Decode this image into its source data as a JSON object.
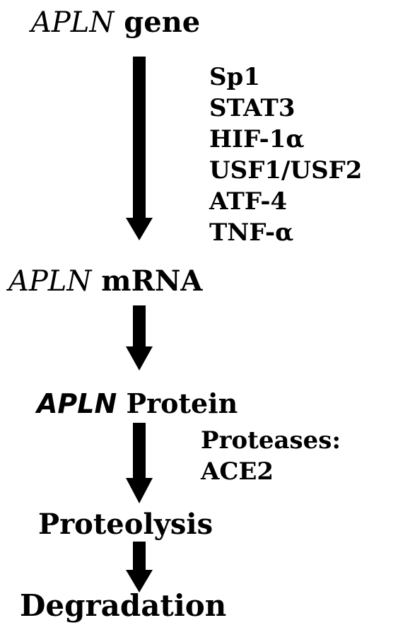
{
  "diagram": {
    "nodes": {
      "gene": {
        "italic": "APLN",
        "rest": " gene"
      },
      "mrna": {
        "italic": "APLN",
        "rest": " mRNA"
      },
      "protein": {
        "italic": "APLN",
        "rest": " Protein"
      },
      "proteolysis": "Proteolysis",
      "degradation": "Degradation"
    },
    "regulators": [
      "Sp1",
      "STAT3",
      "HIF-1α",
      "USF1/USF2",
      "ATF-4",
      "TNF-α"
    ],
    "proteases": {
      "title": "Proteases:",
      "items": [
        "ACE2"
      ]
    }
  }
}
